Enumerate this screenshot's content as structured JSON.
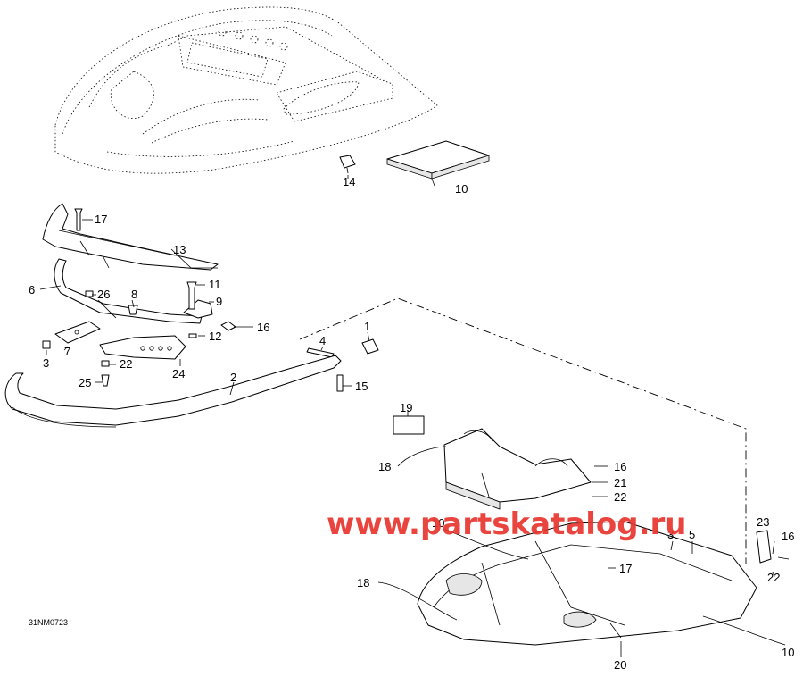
{
  "diagram_code": "31NM0723",
  "watermark": "www.partskatalog.ru",
  "callouts": {
    "c1": "1",
    "c2": "2",
    "c3a": "3",
    "c3b": "3",
    "c4": "4",
    "c5": "5",
    "c6": "6",
    "c7": "7",
    "c8": "8",
    "c9": "9",
    "c10a": "10",
    "c10b": "10",
    "c10c": "10",
    "c11": "11",
    "c12": "12",
    "c13": "13",
    "c14": "14",
    "c15": "15",
    "c16a": "16",
    "c16b": "16",
    "c16c": "16",
    "c17a": "17",
    "c17b": "17",
    "c18a": "18",
    "c18b": "18",
    "c19": "19",
    "c20": "20",
    "c21": "21",
    "c22a": "22",
    "c22b": "22",
    "c22c": "22",
    "c23": "23",
    "c24": "24",
    "c25": "25",
    "c26": "26"
  }
}
